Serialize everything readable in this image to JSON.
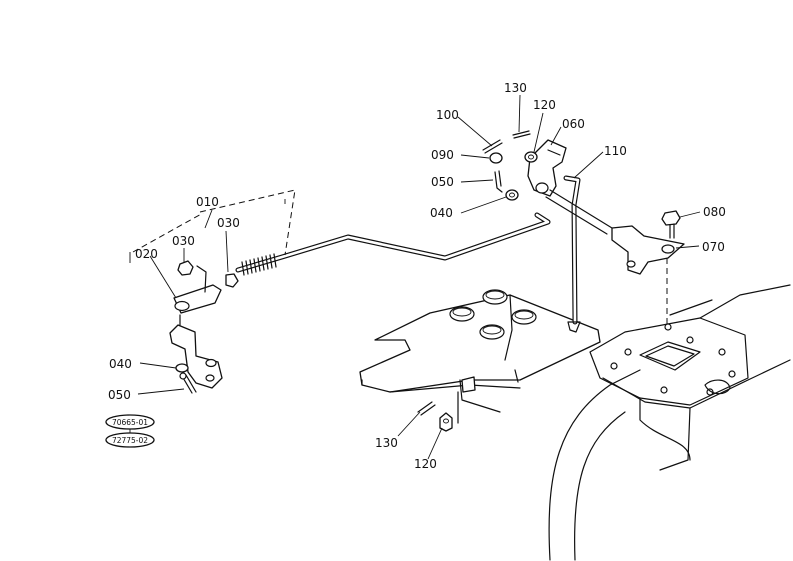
{
  "diagram": {
    "labels": {
      "p010": "010",
      "p020": "020",
      "p030a": "030",
      "p030b": "030",
      "p040a": "040",
      "p040b": "040",
      "p050a": "050",
      "p050b": "050",
      "p060": "060",
      "p070": "070",
      "p080": "080",
      "p090": "090",
      "p100": "100",
      "p110": "110",
      "p120a": "120",
      "p120b": "120",
      "p130a": "130",
      "p130b": "130"
    },
    "references": [
      "70665-01",
      "72775-02"
    ]
  }
}
